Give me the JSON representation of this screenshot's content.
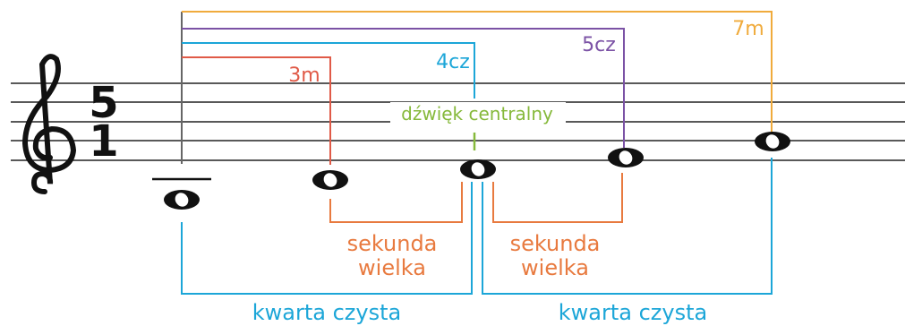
{
  "colors": {
    "staff": "#222222",
    "note": "#111111",
    "third_minor": "#e05a47",
    "fourth_perfect": "#1ca6d8",
    "fifth_perfect": "#7b52a5",
    "seventh_minor": "#f0ab3c",
    "center": "#86b93b",
    "second_major": "#e87a3f",
    "fourth_bottom": "#1ca6d8"
  },
  "time_signature": {
    "top": "5",
    "bottom": "1"
  },
  "clef": {
    "icon": "treble-clef-icon"
  },
  "intervals": {
    "third_minor": "3m",
    "fourth_perfect": "4cz",
    "fifth_perfect": "5cz",
    "seventh_minor": "7m"
  },
  "center_label": "dźwięk centralny",
  "bottom_labels": {
    "second_left_line1": "sekunda",
    "second_left_line2": "wielka",
    "second_right_line1": "sekunda",
    "second_right_line2": "wielka",
    "fourth_left": "kwarta czysta",
    "fourth_right": "kwarta czysta"
  }
}
